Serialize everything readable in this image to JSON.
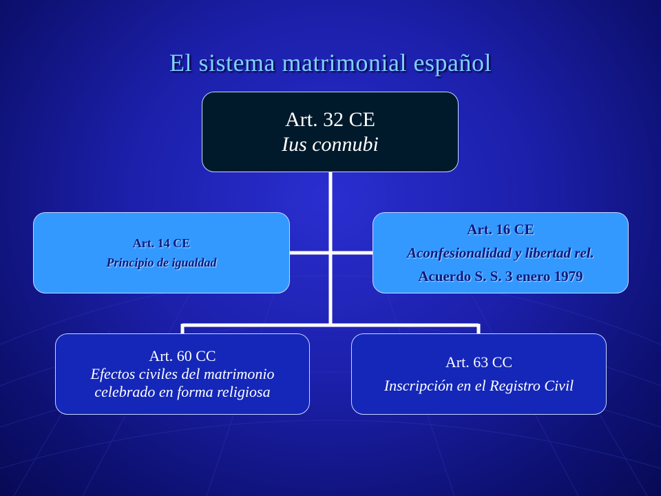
{
  "title": "El sistema matrimonial español",
  "root": {
    "line1": "Art. 32 CE",
    "line2": "Ius connubi"
  },
  "left": {
    "line1": "Art. 14 CE",
    "line2": "Principio de igualdad"
  },
  "right": {
    "line1": "Art. 16 CE",
    "line2": "Aconfesionalidad y libertad rel.",
    "line3": "Acuerdo S. S. 3 enero 1979"
  },
  "children": [
    {
      "line1": "Art. 60 CC",
      "line2": "Efectos civiles del matrimonio",
      "line3": "celebrado en forma religiosa"
    },
    {
      "line1": "Art. 63 CC",
      "line2": "Inscripción en el Registro Civil"
    }
  ],
  "colors": {
    "title": "#7fd0ff",
    "root_fill": "#001a2b",
    "side_fill": "#3399ff",
    "child_fill": "#1427b8",
    "connector": "#ffffff"
  }
}
